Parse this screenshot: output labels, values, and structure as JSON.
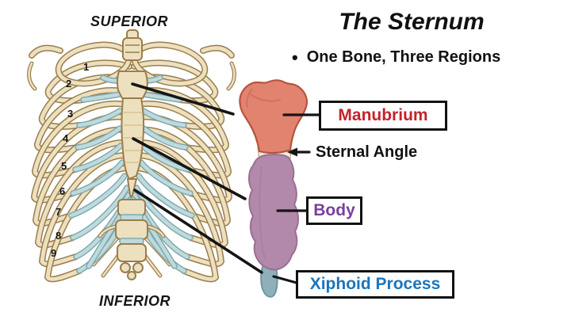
{
  "header": {
    "title": "The Sternum",
    "bullet": "•",
    "subtitle": "One Bone, Three Regions"
  },
  "ribcage": {
    "orientation_top": "SUPERIOR",
    "orientation_bottom": "INFERIOR",
    "numbers": [
      "1",
      "2",
      "3",
      "4",
      "5",
      "6",
      "7",
      "8",
      "9"
    ]
  },
  "labels": {
    "manubrium": "Manubrium",
    "sternal_angle": "Sternal Angle",
    "body": "Body",
    "xiphoid": "Xiphoid Process"
  },
  "colors": {
    "manubrium_fill": "#e2836f",
    "body_fill": "#b289aa",
    "xiphoid_fill": "#8fb0bb",
    "sternal_band_fill": "#f3ecd8",
    "manubrium_label": "#c4222a",
    "body_label": "#7b3f9e",
    "xiphoid_label": "#1b75bc",
    "bone": "#ece0bf",
    "cartilage": "#bedadd",
    "leader_line": "#151515"
  }
}
